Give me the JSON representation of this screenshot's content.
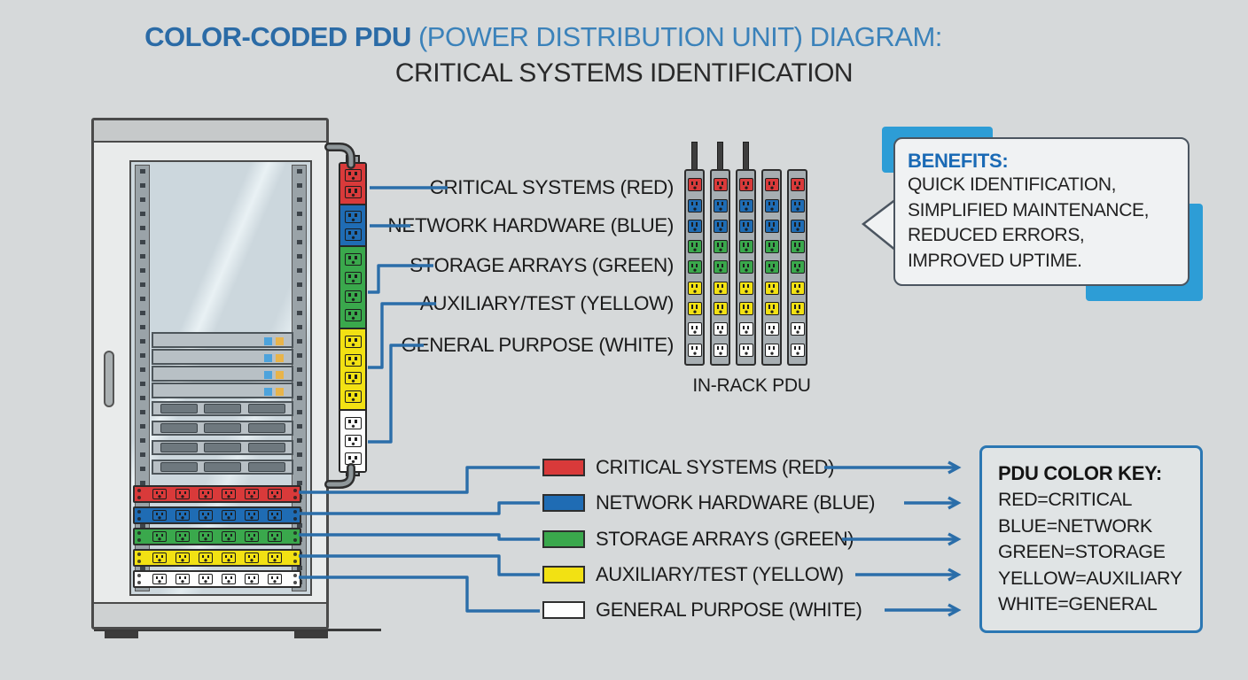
{
  "title": {
    "line1_primary": "COLOR-CODED PDU",
    "line1_secondary": " (POWER DISTRIBUTION UNIT) DIAGRAM:",
    "line2": "CRITICAL SYSTEMS IDENTIFICATION"
  },
  "colors": {
    "red": "#d93a3a",
    "blue": "#1f6cb4",
    "green": "#3aa84c",
    "yellow": "#f2e113",
    "white": "#fdfdfd",
    "line": "#2b6ea9",
    "accent": "#2d9dd6",
    "key_border": "#2b77b3",
    "title_primary": "#2b6ba6",
    "title_secondary": "#3b82ba"
  },
  "pdu_labels": [
    {
      "text": "CRITICAL SYSTEMS (RED)",
      "color": "red"
    },
    {
      "text": "NETWORK HARDWARE (BLUE)",
      "color": "blue"
    },
    {
      "text": "STORAGE ARRAYS (GREEN)",
      "color": "green"
    },
    {
      "text": "AUXILIARY/TEST (YELLOW)",
      "color": "yellow"
    },
    {
      "text": "GENERAL PURPOSE (WHITE)",
      "color": "white"
    }
  ],
  "vertical_pdu": {
    "segments": [
      {
        "color": "red",
        "outlets": 2
      },
      {
        "color": "blue",
        "outlets": 2
      },
      {
        "color": "green",
        "outlets": 4
      },
      {
        "color": "yellow",
        "outlets": 4
      },
      {
        "color": "white",
        "outlets": 3
      }
    ]
  },
  "in_rack_pdu": {
    "label": "IN-RACK PDU",
    "strip_count": 5,
    "corded_strips": 3,
    "outlet_sequence": [
      "red",
      "blue",
      "blue",
      "green",
      "green",
      "yellow",
      "yellow",
      "white",
      "white"
    ]
  },
  "rack_pdu_strips": [
    "red",
    "blue",
    "green",
    "yellow",
    "white"
  ],
  "benefits": {
    "heading": "BENEFITS:",
    "items": [
      "QUICK IDENTIFICATION,",
      "SIMPLIFIED MAINTENANCE,",
      "REDUCED ERRORS,",
      "IMPROVED UPTIME."
    ]
  },
  "legend": [
    {
      "text": "CRITICAL SYSTEMS (RED)",
      "color": "red"
    },
    {
      "text": "NETWORK HARDWARE (BLUE)",
      "color": "blue"
    },
    {
      "text": "STORAGE ARRAYS (GREEN)",
      "color": "green"
    },
    {
      "text": "AUXILIARY/TEST (YELLOW)",
      "color": "yellow"
    },
    {
      "text": "GENERAL PURPOSE (WHITE)",
      "color": "white"
    }
  ],
  "color_key": {
    "title": "PDU COLOR KEY:",
    "entries": [
      "RED=CRITICAL",
      "BLUE=NETWORK",
      "GREEN=STORAGE",
      "YELLOW=AUXILIARY",
      "WHITE=GENERAL"
    ]
  }
}
